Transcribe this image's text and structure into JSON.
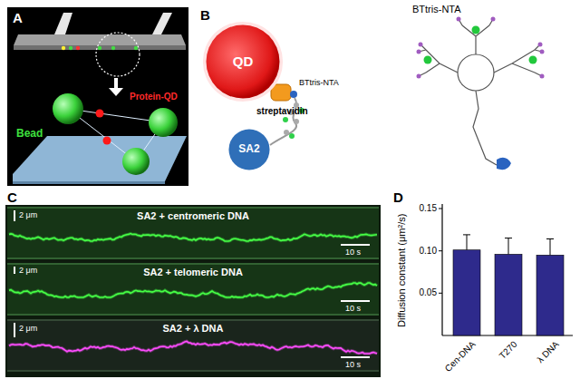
{
  "diagram": {
    "nodes": [
      {
        "text": [
          "QD"
        ]
      },
      {
        "text": [
          "SA2"
        ]
      }
    ],
    "labels": [
      "A",
      "Protein-QD",
      "Bead",
      "B",
      "BTtris-NTA",
      "streptavidin",
      "BTtris-NTA",
      "C",
      "2 μm",
      "SA2 + centromeric DNA",
      "10 s",
      "2 μm",
      "SA2 + telomeric DNA",
      "10 s",
      "2 μm",
      "SA2 + λ DNA",
      "10 s",
      "D",
      "0.15",
      "0.10",
      "0.05",
      "Diffusion constant (μm²/s)",
      "Cen-DNA",
      "T270",
      "λ DNA"
    ]
  }
}
